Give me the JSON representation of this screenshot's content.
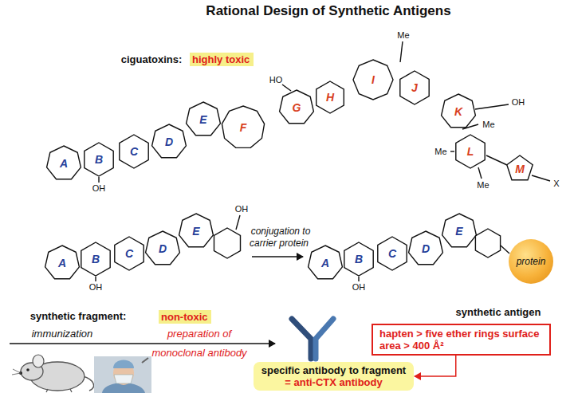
{
  "diagram": {
    "title": "Rational Design of Synthetic Antigens",
    "nodes": [
      {
        "text": [
          "highly toxic"
        ]
      },
      {
        "text": [
          "non-toxic"
        ]
      },
      {
        "text": [
          "protein"
        ]
      },
      {
        "text": [
          "hapten > five ether rings surface area > 400 Å²"
        ]
      },
      {
        "text": [
          "specific antibody to fragment",
          "= anti-CTX antibody"
        ]
      }
    ],
    "edges": [
      {
        "from": 3,
        "to": 4,
        "arrow": "to"
      }
    ],
    "labels": [
      "ciguatoxins:",
      "A",
      "B",
      "C",
      "D",
      "E",
      "F",
      "G",
      "H",
      "I",
      "J",
      "K",
      "L",
      "M",
      "Me",
      "HO",
      "OH",
      "OH",
      "Me",
      "Me",
      "Me",
      "X",
      "synthetic fragment:",
      "A",
      "B",
      "C",
      "D",
      "E",
      "OH",
      "OH",
      "conjugation to",
      "carrier protein",
      "A",
      "B",
      "C",
      "D",
      "E",
      "OH",
      "synthetic antigen",
      "immunization",
      "preparation of",
      "monoclonal antibody"
    ]
  }
}
